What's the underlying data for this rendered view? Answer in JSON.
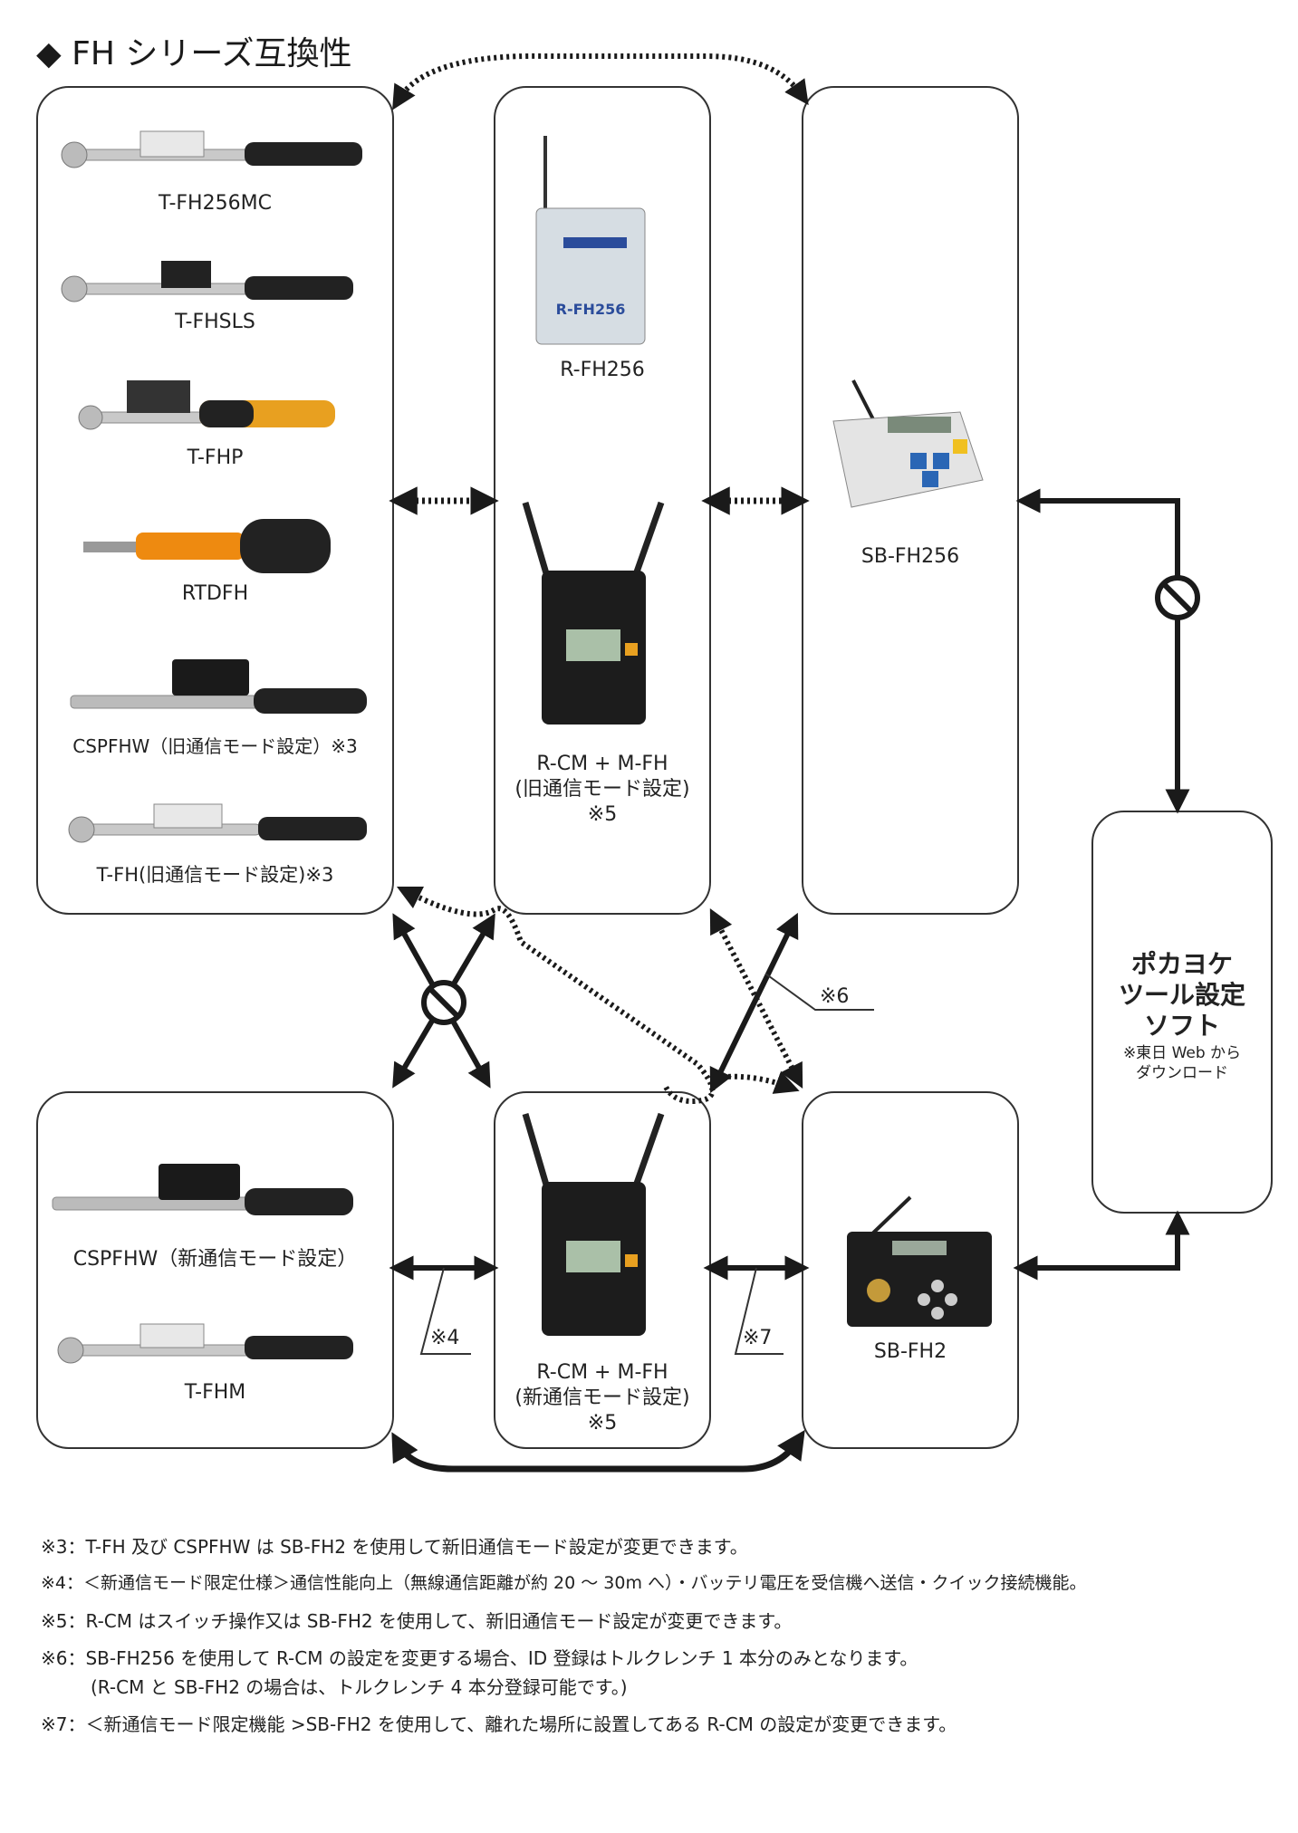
{
  "title": "◆ FH シリーズ互換性",
  "tools_old": [
    "T-FH256MC",
    "T-FHSLS",
    "T-FHP",
    "RTDFH",
    "CSPFHW（旧通信モード設定）※3",
    "T-FH(旧通信モード設定)※3"
  ],
  "receiver_old": {
    "rfh256": "R-FH256",
    "rcm_line1": "R-CM + M-FH",
    "rcm_line2": "(旧通信モード設定)",
    "rcm_line3": "※5",
    "device_label": "R-FH256"
  },
  "sb_fh256": "SB-FH256",
  "software": {
    "line1": "ポカヨケ",
    "line2": "ツール設定",
    "line3": "ソフト",
    "sub1": "※東日 Web から",
    "sub2": "ダウンロード"
  },
  "tools_new": [
    "CSPFHW（新通信モード設定）",
    "T-FHM"
  ],
  "receiver_new": {
    "line1": "R-CM + M-FH",
    "line2": "(新通信モード設定)",
    "line3": "※5"
  },
  "sb_fh2": "SB-FH2",
  "marks": {
    "m4": "※4",
    "m6": "※6",
    "m7": "※7"
  },
  "notes": [
    "※3：T-FH 及び CSPFHW は SB-FH2 を使用して新旧通信モード設定が変更できます。",
    "※4：＜新通信モード限定仕様＞通信性能向上（無線通信距離が約 20 ～ 30m へ）・バッテリ電圧を受信機へ送信・クイック接続機能。",
    "※5：R-CM はスイッチ操作又は SB-FH2 を使用して、新旧通信モード設定が変更できます。",
    "※6：SB-FH256 を使用して R-CM の設定を変更する場合、ID 登録はトルクレンチ 1 本分のみとなります。",
    "(R-CM と SB-FH2 の場合は、トルクレンチ 4 本分登録可能です。)",
    "※7：＜新通信モード限定機能 >SB-FH2 を使用して、離れた場所に設置してある R-CM の設定が変更できます。"
  ]
}
